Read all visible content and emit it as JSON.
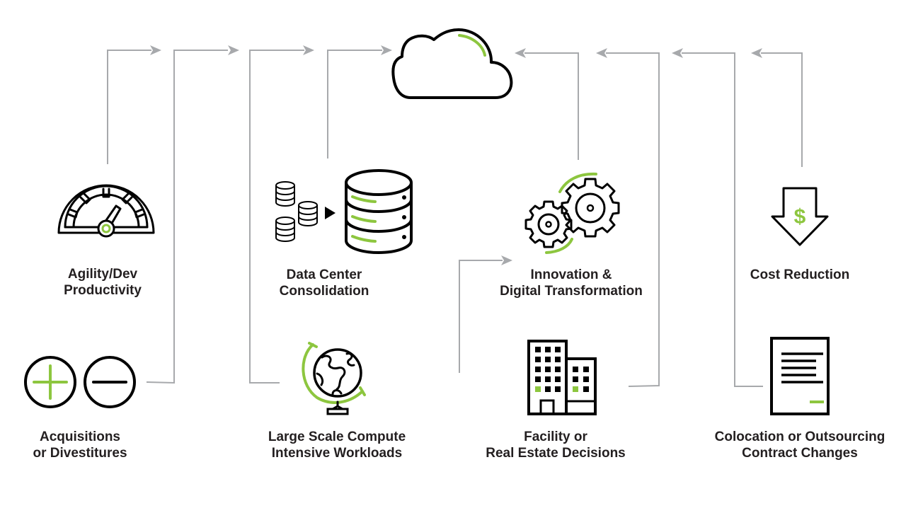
{
  "colors": {
    "accent": "#8dc63f",
    "ink": "#000000",
    "connector": "#a7a9ac",
    "text": "#231f20"
  },
  "center": {
    "icon": "cloud-icon",
    "label": ""
  },
  "drivers": [
    {
      "id": "agility",
      "icon": "speedometer-icon",
      "lines": [
        "Agility/Dev",
        "Productivity"
      ]
    },
    {
      "id": "datacenter",
      "icon": "database-consolidation-icon",
      "lines": [
        "Data Center",
        "Consolidation"
      ]
    },
    {
      "id": "innovation",
      "icon": "gears-icon",
      "lines": [
        "Innovation &",
        "Digital Transformation"
      ]
    },
    {
      "id": "cost",
      "icon": "dollar-down-arrow-icon",
      "lines": [
        "Cost Reduction"
      ]
    },
    {
      "id": "acquisitions",
      "icon": "plus-minus-icon",
      "lines": [
        "Acquisitions",
        "or Divestitures"
      ]
    },
    {
      "id": "compute",
      "icon": "globe-icon",
      "lines": [
        "Large Scale Compute",
        "Intensive Workloads"
      ]
    },
    {
      "id": "facility",
      "icon": "buildings-icon",
      "lines": [
        "Facility or",
        "Real Estate Decisions"
      ]
    },
    {
      "id": "colocation",
      "icon": "contract-document-icon",
      "lines": [
        "Colocation or Outsourcing",
        "Contract Changes"
      ]
    }
  ]
}
